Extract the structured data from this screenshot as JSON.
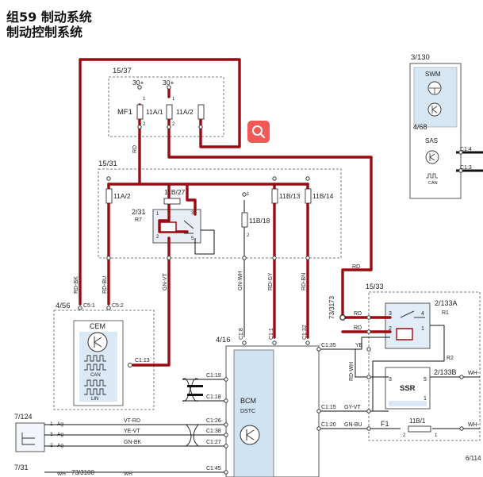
{
  "title": {
    "line1": "组59 制动系统",
    "line2": "制动控制系统"
  },
  "colors": {
    "wire_red": "#9b0a10",
    "wire_black": "#111111",
    "module_blue": "#cfe3f3",
    "search_button": "#ef5a57"
  },
  "search_button": {
    "icon": "search-icon"
  },
  "labels": {
    "fuse_box_id": "15/37",
    "supply_a": "30+",
    "supply_b": "30+",
    "mf1": "MF1",
    "fuse_11a1": "11A/1",
    "fuse_11a2_top": "11A/2",
    "pin1_a": "1",
    "pin1_b": "1",
    "pin2_a": "2",
    "pin2_b": "2",
    "wire_rd_top": "RD",
    "box_1531": "15/31",
    "fuse_11a2": "11A/2",
    "fuse_11b27": "11B/27",
    "fuse_11b13": "11B/13",
    "fuse_11b14": "11B/14",
    "fuse_11b18": "11B/18",
    "relay_id": "2/31",
    "relay_r7": "R7",
    "relay_p1": "1",
    "relay_p2": "2",
    "relay_p3": "3",
    "relay_p5": "5",
    "box_bottom_p1": "1",
    "box_bottom_p2": "2",
    "wire_rd_bk": "RD-BK",
    "wire_rd_bu": "RD-BU",
    "wire_gn_vt": "GN-VT",
    "wire_gn_wh": "GN-WH",
    "wire_rd_gy": "RD-GY",
    "wire_rd_bn": "RD-BN",
    "wire_rd_right": "RD",
    "cem_id": "4/56",
    "cem_c51": "C5:1",
    "cem_c52": "C5:2",
    "cem_name": "CEM",
    "cem_can": "CAN",
    "cem_lin": "LIN",
    "cem_c113": "C1:13",
    "bcm_id": "4/16",
    "bcm_name": "BCM",
    "bcm_dstc": "DSTC",
    "bcm_c18": "C1:8",
    "bcm_c11": "C1:1",
    "bcm_c132": "C1:32",
    "bcm_c135": "C1:35",
    "bcm_c115": "C1:15",
    "bcm_c120": "C1:20",
    "bcm_c119": "C1:19",
    "bcm_c118": "C1:18",
    "bcm_c126": "C1:26",
    "bcm_c138": "C1:38",
    "bcm_c127": "C1:27",
    "bcm_c145": "C1:45",
    "swm_id": "3/130",
    "swm_name": "SWM",
    "sas_id": "4/68",
    "sas_name": "SAS",
    "sas_can": "CAN",
    "sas_c14": "C1:4",
    "sas_c13": "C1:3",
    "conn_733173": "73/3173",
    "switch_box_id": "15/33",
    "switch_id": "2/133A",
    "switch_r1": "R1",
    "switch_r2": "R2",
    "switch_p3": "3",
    "switch_p4": "4",
    "switch_p2": "2",
    "switch_p1": "1",
    "ssr_id": "2/133B",
    "ssr_name": "SSR",
    "ssr_p3": "3",
    "ssr_p5": "5",
    "ssr_p1": "1",
    "f1": "F1",
    "fuse_11b1": "11B/1",
    "f1_p2": "2",
    "f1_p1": "1",
    "w_rd1": "RD",
    "w_rd2": "RD",
    "w_ye": "YE",
    "w_rd_wh": "RD-WH",
    "w_gy_vt": "GY-VT",
    "w_gn_bu": "GN-BU",
    "w_wh1": "WH-",
    "w_wh2": "WH-",
    "conn_6114": "6/114",
    "sensor_id": "7/124",
    "sensor_p1": "1",
    "sensor_p3": "3",
    "sensor_p2": "2",
    "ag1": "Ag",
    "ag2": "Ag",
    "ag3": "Ag",
    "w_vt_rd": "VT-RD",
    "w_ye_vt": "YE-VT",
    "w_gn_bk": "GN-BK",
    "conn_731": "7/31",
    "conn_733100": "73/3100",
    "w_wh_a": "WH",
    "w_wh_b": "WH"
  }
}
